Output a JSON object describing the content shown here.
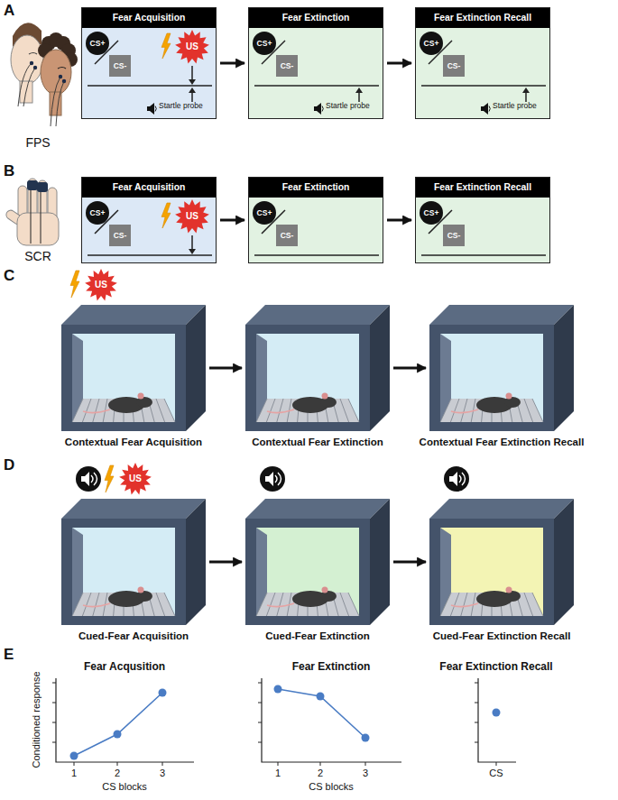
{
  "diagram": {
    "nodes": [
      {
        "text": [
          "Fear Acquisition"
        ]
      },
      {
        "text": [
          "CS+"
        ],
        "in": 0
      },
      {
        "text": [
          "CS-"
        ],
        "in": 0
      },
      {
        "text": [
          "US"
        ],
        "in": 0
      },
      {
        "text": [
          "Fear Extinction"
        ]
      },
      {
        "text": [
          "CS+"
        ],
        "in": 4
      },
      {
        "text": [
          "CS-"
        ],
        "in": 4
      },
      {
        "text": [
          "Fear Extinction Recall"
        ]
      },
      {
        "text": [
          "CS+"
        ],
        "in": 7
      },
      {
        "text": [
          "CS-"
        ],
        "in": 7
      },
      {
        "text": [
          "Fear Acquisition"
        ]
      },
      {
        "text": [
          "CS+"
        ],
        "in": 10
      },
      {
        "text": [
          "CS-"
        ],
        "in": 10
      },
      {
        "text": [
          "US"
        ],
        "in": 10
      },
      {
        "text": [
          "Fear Extinction"
        ]
      },
      {
        "text": [
          "CS+"
        ],
        "in": 14
      },
      {
        "text": [
          "CS-"
        ],
        "in": 14
      },
      {
        "text": [
          "Fear Extinction Recall"
        ]
      },
      {
        "text": [
          "CS+"
        ],
        "in": 17
      },
      {
        "text": [
          "CS-"
        ],
        "in": 17
      },
      {
        "text": [
          "US"
        ]
      },
      {
        "text": [
          "Contextual Fear Acquisition"
        ]
      },
      {
        "text": [
          "Contextual Fear Extinction"
        ]
      },
      {
        "text": [
          "Contextual Fear Extinction Recall"
        ]
      },
      {
        "text": [
          "US"
        ]
      },
      {
        "text": [
          "Cued-Fear Acquisition"
        ]
      },
      {
        "text": [
          "Cued-Fear Extinction"
        ]
      },
      {
        "text": [
          "Cued-Fear Extinction Recall"
        ]
      }
    ],
    "edges": [
      {
        "from": 0,
        "to": 4,
        "arrow": "to"
      },
      {
        "from": 4,
        "to": 7,
        "arrow": "to"
      },
      {
        "from": 10,
        "to": 14,
        "arrow": "to"
      },
      {
        "from": 14,
        "to": 17,
        "arrow": "to"
      },
      {
        "from": 21,
        "to": 22,
        "arrow": "to"
      },
      {
        "from": 22,
        "to": 23,
        "arrow": "to"
      },
      {
        "from": 25,
        "to": 26,
        "arrow": "to"
      },
      {
        "from": 26,
        "to": 27,
        "arrow": "to"
      }
    ],
    "labels": [
      "A",
      "FPS",
      "Startle probe",
      "Startle probe",
      "Startle probe",
      "B",
      "SCR",
      "C",
      "D",
      "E",
      "Fear Acqusition",
      "Conditioned response",
      "1",
      "2",
      "3",
      "CS blocks",
      "Fear Extinction",
      "1",
      "2",
      "3",
      "CS blocks",
      "Fear Extinction Recall",
      "CS"
    ]
  }
}
